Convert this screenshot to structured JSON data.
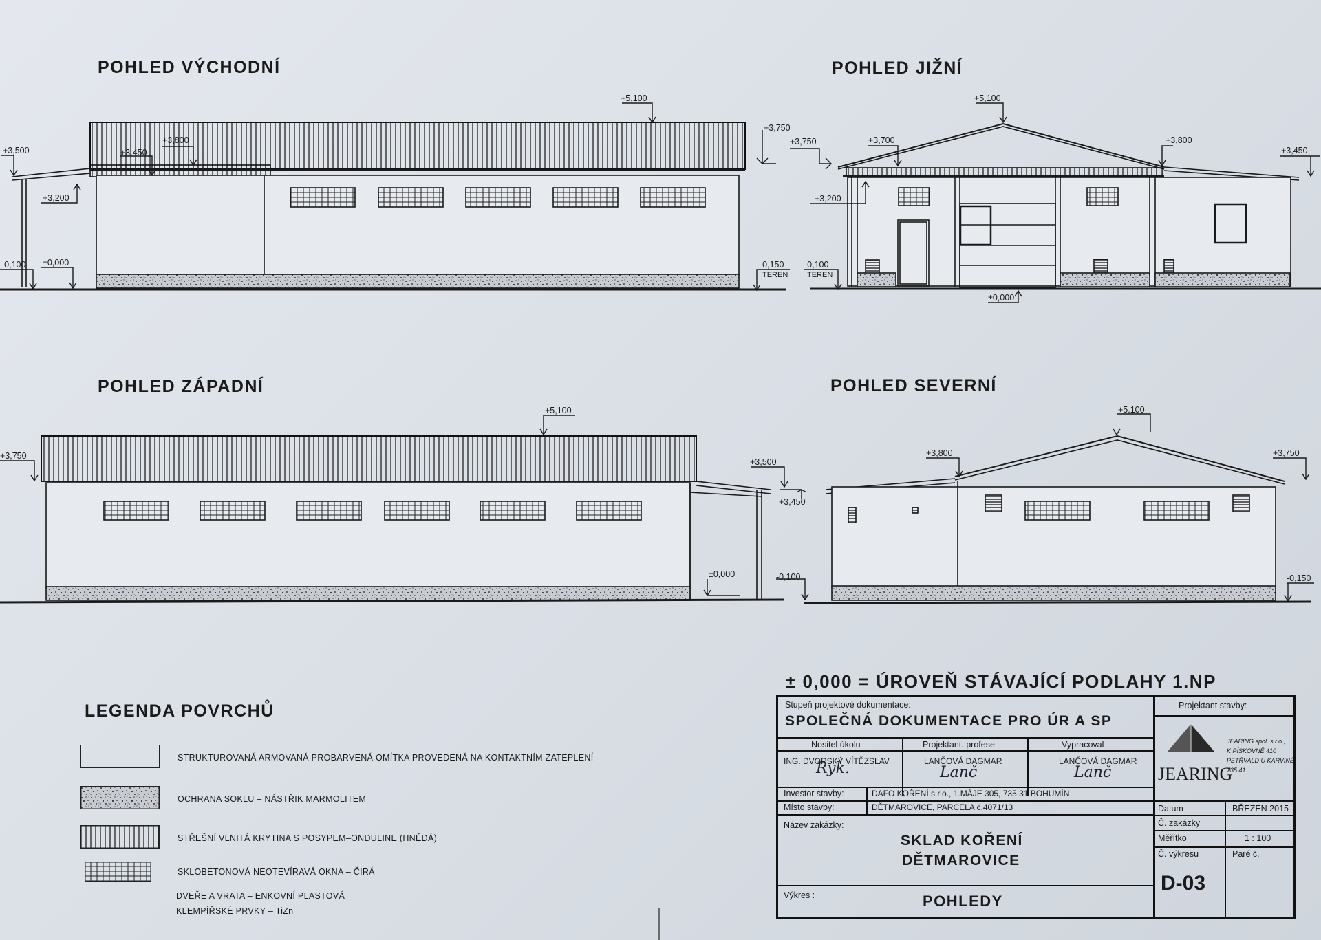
{
  "views": {
    "east": {
      "title": "POHLED VÝCHODNÍ"
    },
    "south": {
      "title": "POHLED JIŽNÍ"
    },
    "west": {
      "title": "POHLED ZÁPADNÍ"
    },
    "north": {
      "title": "POHLED SEVERNÍ"
    }
  },
  "elevations": {
    "east": {
      "ridge": "+5,100",
      "l1": "+3,500",
      "l2": "+3,450",
      "l3": "+3,800",
      "l4": "+3,200",
      "r1": "+3,750",
      "g1": "-0,100",
      "g2": "±0,000",
      "g3": "-0,150",
      "terrain": "TEREN"
    },
    "south": {
      "ridge": "+5,100",
      "l1": "+3,750",
      "l2": "+3,700",
      "l3": "+3,200",
      "r1": "+3,800",
      "r2": "+3,450",
      "g1": "-0,100",
      "terrain": "TEREN",
      "g2": "±0,000"
    },
    "west": {
      "ridge": "+5,100",
      "l1": "+3,750",
      "r1": "+3,500",
      "r2": "+3,450",
      "g1": "±0,000",
      "g2": "-0,100"
    },
    "north": {
      "ridge": "+5,100",
      "l1": "+3,800",
      "r1": "+3,750",
      "g1": "-0,150"
    }
  },
  "legend": {
    "title": "LEGENDA POVRCHŮ",
    "items": [
      "STRUKTUROVANÁ ARMOVANÁ PROBARVENÁ OMÍTKA PROVEDENÁ NA KONTAKTNÍM ZATEPLENÍ",
      "OCHRANA SOKLU – NÁSTŘIK MARMOLITEM",
      "STŘEŠNÍ VLNITÁ KRYTINA S POSYPEM–ONDULINE (HNĚDÁ)",
      "SKLOBETONOVÁ NEOTEVÍRAVÁ OKNA – ČIRÁ"
    ],
    "extra": [
      "DVEŘE A VRATA – ENKOVNÍ PLASTOVÁ",
      "KLEMPÍŘSKÉ PRVKY – TiZn"
    ]
  },
  "level_note": "± 0,000 = ÚROVEŇ STÁVAJÍCÍ PODLAHY 1.NP",
  "title_block": {
    "stage_label": "Stupeň projektové dokumentace:",
    "stage_value": "SPOLEČNÁ DOKUMENTACE PRO ÚR A SP",
    "designer_label": "Projektant stavby:",
    "col1_label": "Nositel úkolu",
    "col2_label": "Projektant. profese",
    "col3_label": "Vypracoval",
    "col1_value": "ING. DVORSKÝ VÍTĚZSLAV",
    "col2_value": "LANČOVÁ DAGMAR",
    "col3_value": "LANČOVÁ DAGMAR",
    "investor_label": "Investor stavby:",
    "investor_value": "DAFO KOŘENÍ s.r.o., 1.MÁJE 305, 735 31 BOHUMÍN",
    "site_label": "Místo stavby:",
    "site_value": "DĚTMAROVICE, PARCELA č.4071/13",
    "job_label": "Název zakázky:",
    "job_line1": "SKLAD KOŘENÍ",
    "job_line2": "DĚTMAROVICE",
    "drawing_label": "Výkres :",
    "drawing_value": "POHLEDY",
    "company_logo": "JEARING",
    "company_address": [
      "JEARING spol. s r.o.,",
      "K PÍSKOVNĚ 410",
      "PETŘVALD U KARVINÉ",
      "735 41"
    ],
    "date_label": "Datum",
    "date_value": "BŘEZEN 2015",
    "order_label": "Č. zakázky",
    "scale_label": "Měřítko",
    "scale_value": "1 : 100",
    "sheet_label": "Č. výkresu",
    "copy_label": "Paré č.",
    "sheet_value": "D-03"
  }
}
